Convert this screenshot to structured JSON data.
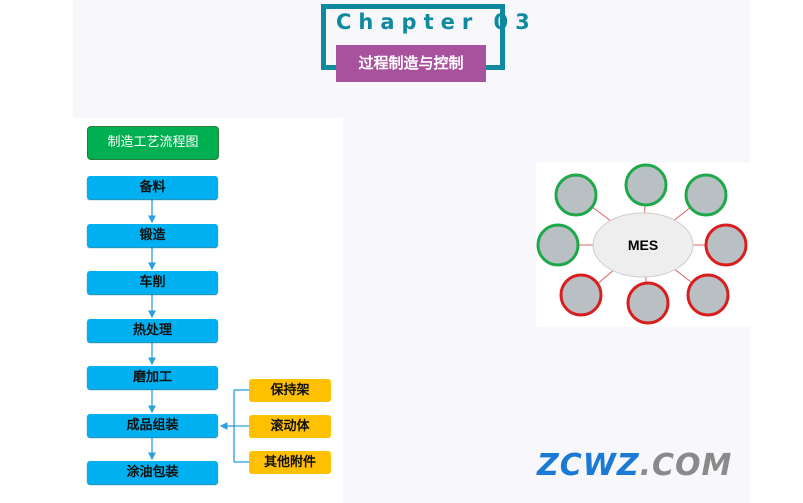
{
  "header": {
    "chapter": "Chapter 03",
    "subtitle": "过程制造与控制"
  },
  "flow": {
    "title": "制造工艺流程图",
    "steps": [
      "备料",
      "锻造",
      "车削",
      "热处理",
      "磨加工",
      "成品组装",
      "涂油包装"
    ],
    "side_parts": [
      "保持架",
      "滚动体",
      "其他附件"
    ]
  },
  "mes": {
    "label": "MES"
  },
  "logo": {
    "main": "ZCWZ",
    "suffix": ".COM"
  },
  "colors": {
    "teal": "#0e8aa0",
    "purple": "#a8519c",
    "green": "#00b050",
    "blue": "#00b0f0",
    "yellow": "#ffc000"
  }
}
